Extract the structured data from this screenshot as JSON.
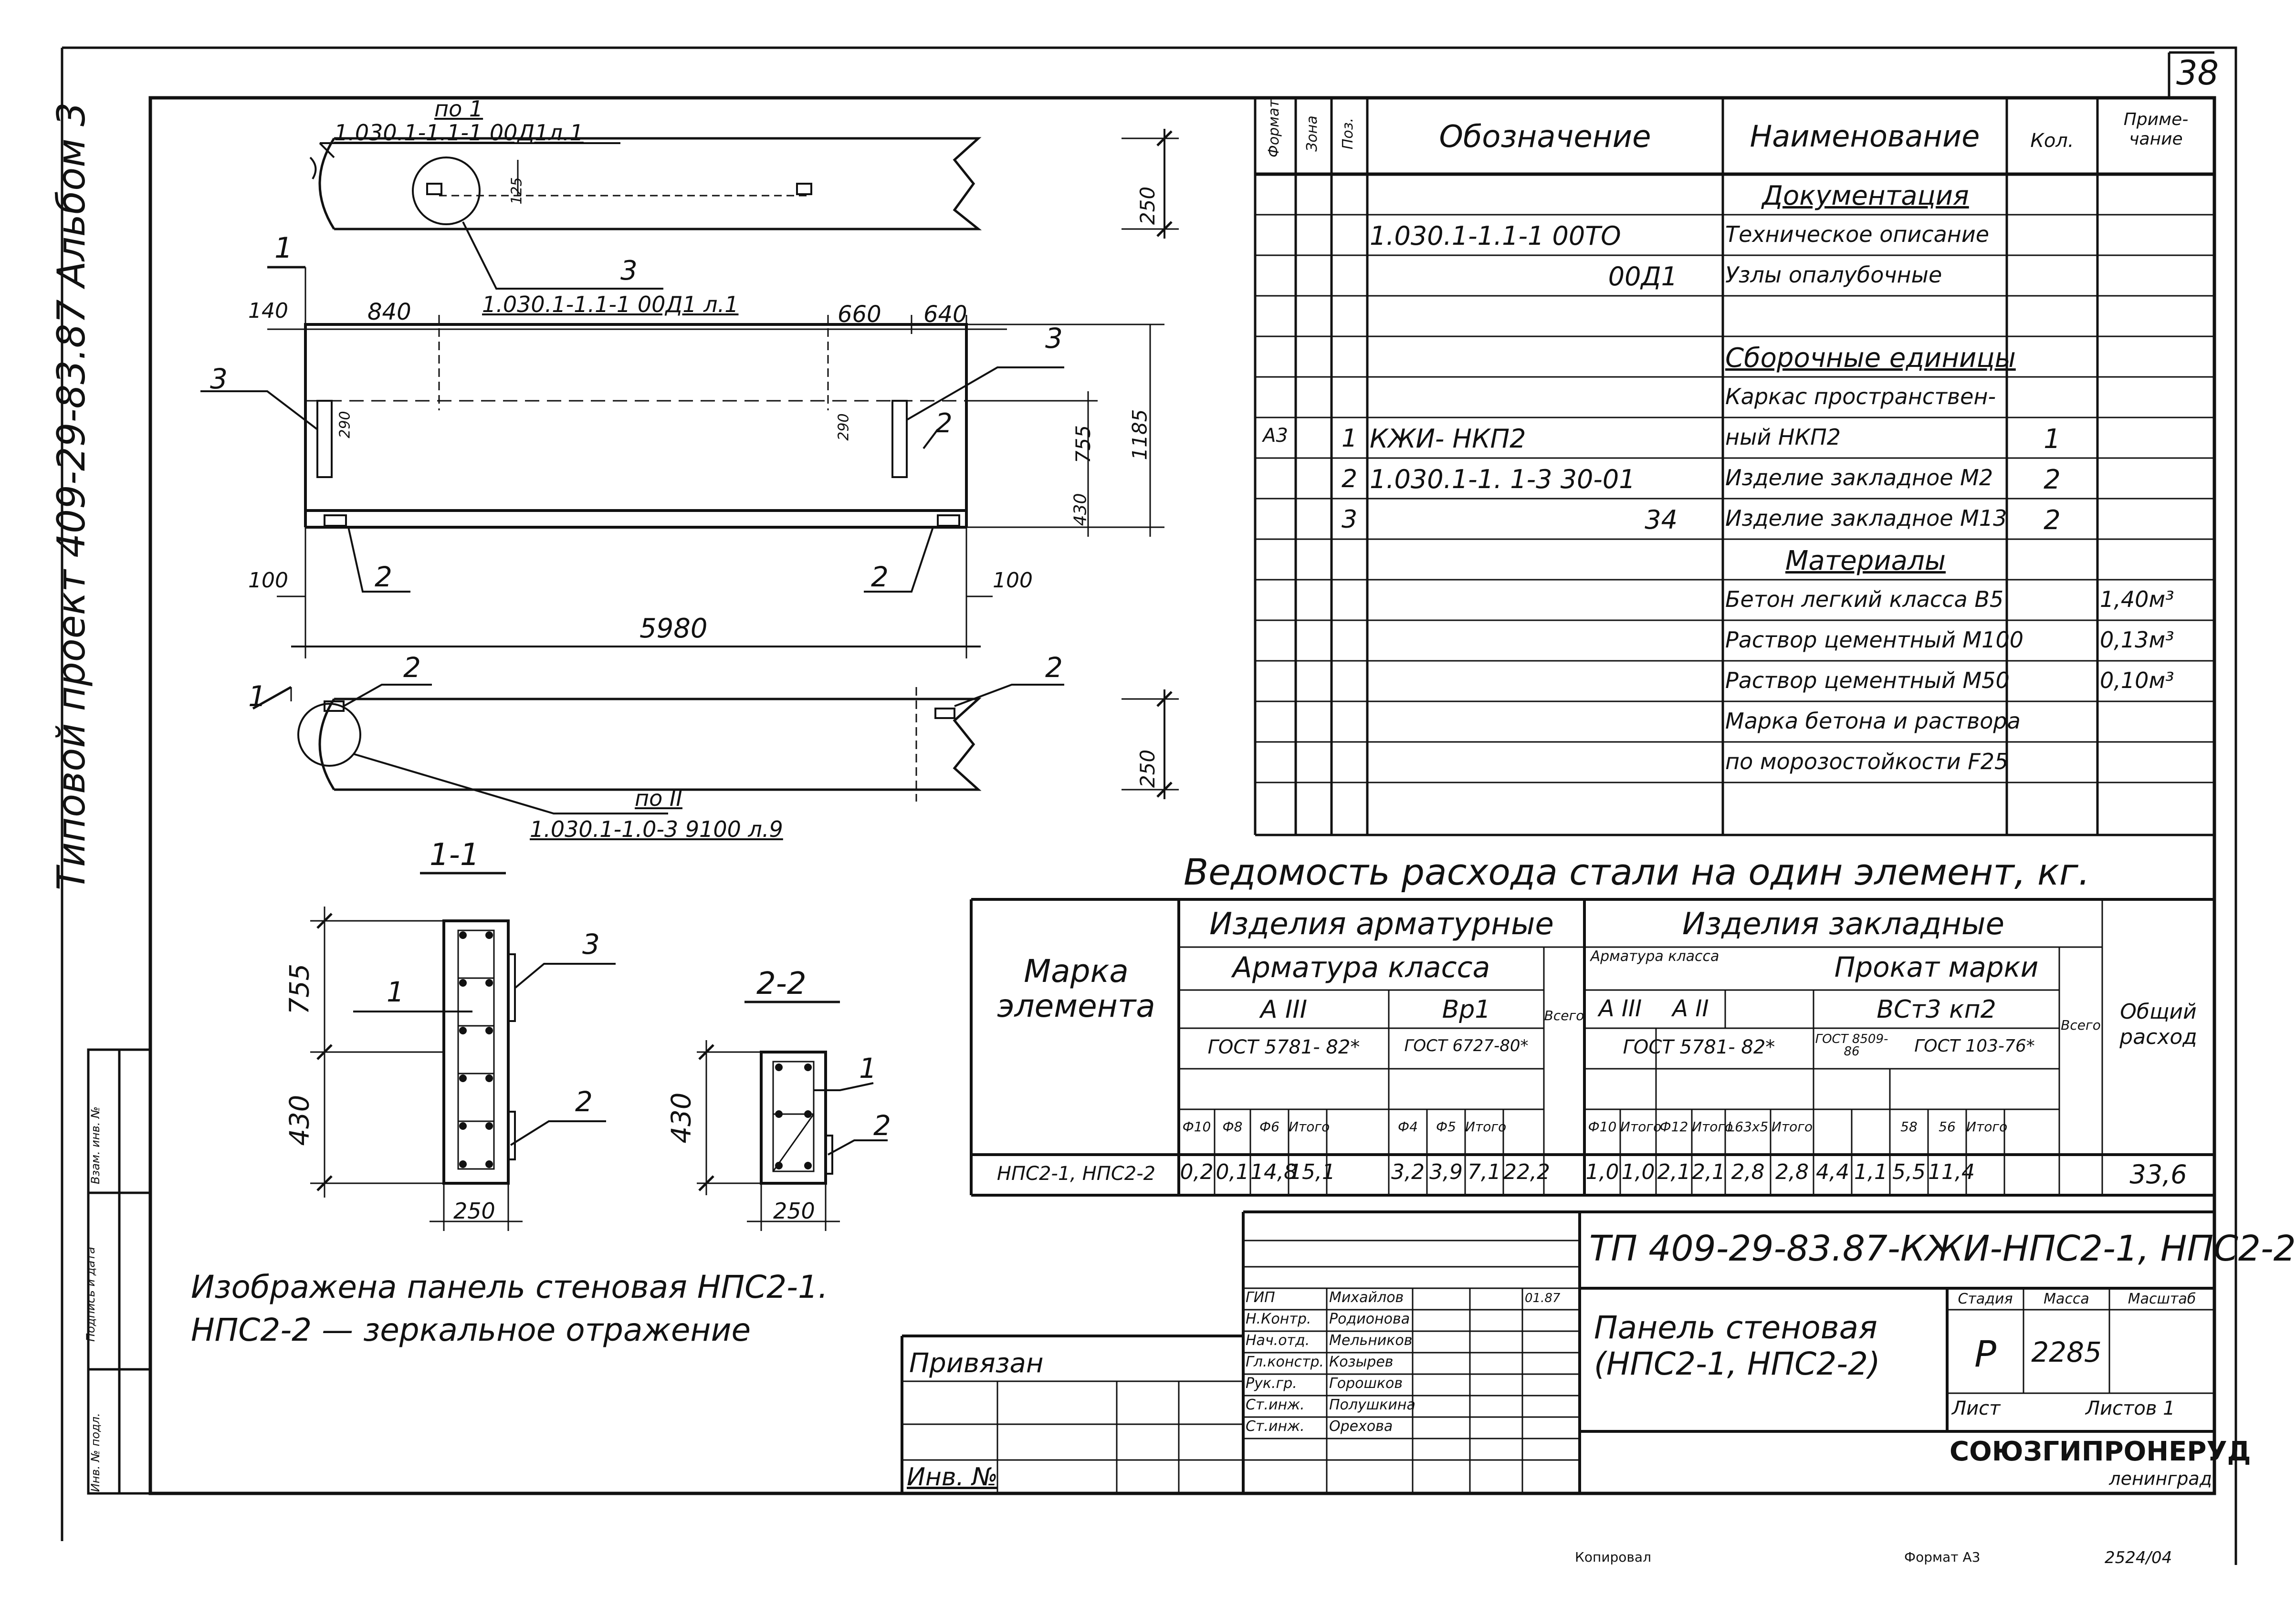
{
  "sheet_number": "38",
  "side_title": "Типовой проект 409-29-83.87  Альбом 3",
  "drawing": {
    "top_view": {
      "ref_label": "по 1",
      "ref_code": "1.030.1-1.1-1 00Д1л.1",
      "dim_height": "250",
      "dim_small": "125",
      "callout_3": "3",
      "callout_3_ref": "1.030.1-1.1-1 00Д1 л.1"
    },
    "front_view": {
      "section_mark": "1",
      "dim_140": "140",
      "dim_840": "840",
      "dim_660": "660",
      "dim_640": "640",
      "callout_3_left": "3",
      "callout_3_right": "3",
      "callout_2_right": "2",
      "dim_290_left": "290",
      "dim_290_right": "290",
      "dim_755": "755",
      "dim_1185": "1185",
      "dim_430": "430",
      "dim_100_left": "100",
      "dim_100_right": "100",
      "callout_2_bl": "2",
      "callout_2_br": "2",
      "dim_5980": "5980"
    },
    "bottom_view": {
      "section_mark": "1",
      "callout_2_left": "2",
      "callout_2_right": "2",
      "dim_height": "250",
      "ref_label": "по II",
      "ref_code": "1.030.1-1.0-3 9100 л.9"
    },
    "section_1_1": {
      "title": "1-1",
      "dim_755": "755",
      "dim_430": "430",
      "dim_250": "250",
      "callout_1": "1",
      "callout_3": "3",
      "callout_2": "2"
    },
    "section_2_2": {
      "title": "2-2",
      "dim_430": "430",
      "dim_250": "250",
      "callout_1": "1",
      "callout_2": "2"
    },
    "note_line1": "Изображена панель стеновая НПС2-1.",
    "note_line2": "НПС2-2 — зеркальное отражение"
  },
  "spec_table": {
    "headers": {
      "format": "Формат",
      "zone": "Зона",
      "pos": "Поз.",
      "designation": "Обозначение",
      "name": "Наименование",
      "qty": "Кол.",
      "note": "Приме-чание"
    },
    "rows": [
      {
        "format": "",
        "pos": "",
        "designation": "",
        "name": "Документация",
        "qty": "",
        "note": "",
        "underline": true
      },
      {
        "format": "",
        "pos": "",
        "designation": "1.030.1-1.1-1 00ТО",
        "name": "Техническое описание",
        "qty": "",
        "note": ""
      },
      {
        "format": "",
        "pos": "",
        "designation": "00Д1",
        "name": "Узлы опалубочные",
        "qty": "",
        "note": ""
      },
      {
        "format": "",
        "pos": "",
        "designation": "",
        "name": "",
        "qty": "",
        "note": ""
      },
      {
        "format": "",
        "pos": "",
        "designation": "",
        "name": "Сборочные единицы",
        "qty": "",
        "note": "",
        "underline": true
      },
      {
        "format": "",
        "pos": "",
        "designation": "",
        "name": "Каркас пространствен-",
        "qty": "",
        "note": ""
      },
      {
        "format": "А3",
        "pos": "1",
        "designation": "КЖИ- НКП2",
        "name": "ный НКП2",
        "qty": "1",
        "note": ""
      },
      {
        "format": "",
        "pos": "2",
        "designation": "1.030.1-1. 1-3   30-01",
        "name": "Изделие закладное М2",
        "qty": "2",
        "note": ""
      },
      {
        "format": "",
        "pos": "3",
        "designation": "34",
        "name": "Изделие закладное М13",
        "qty": "2",
        "note": ""
      },
      {
        "format": "",
        "pos": "",
        "designation": "",
        "name": "Материалы",
        "qty": "",
        "note": "",
        "underline": true
      },
      {
        "format": "",
        "pos": "",
        "designation": "",
        "name": "Бетон легкий класса В5",
        "qty": "",
        "note": "1,40м³"
      },
      {
        "format": "",
        "pos": "",
        "designation": "",
        "name": "Раствор цементный М100",
        "qty": "",
        "note": "0,13м³"
      },
      {
        "format": "",
        "pos": "",
        "designation": "",
        "name": "Раствор цементный М50",
        "qty": "",
        "note": "0,10м³"
      },
      {
        "format": "",
        "pos": "",
        "designation": "",
        "name": "Марка бетона и раствора",
        "qty": "",
        "note": ""
      },
      {
        "format": "",
        "pos": "",
        "designation": "",
        "name": "по морозостойкости F25",
        "qty": "",
        "note": ""
      },
      {
        "format": "",
        "pos": "",
        "designation": "",
        "name": "",
        "qty": "",
        "note": ""
      }
    ]
  },
  "steel_table": {
    "title": "Ведомость расхода стали на один элемент, кг.",
    "h_mark": "Марка элемента",
    "h_rebar_items": "Изделия арматурные",
    "h_embedded_items": "Изделия закладные",
    "h_rebar_class": "Арматура класса",
    "h_rebar_class_small": "Арматура класса",
    "h_rolled": "Прокат марки",
    "h_a3": "А III",
    "h_bp1": "Вр1",
    "h_a3b": "А III",
    "h_a2": "А II",
    "h_vst3": "ВСт3 кп2",
    "h_gost_5781": "ГОСТ 5781- 82*",
    "h_gost_6727": "ГОСТ 6727-80*",
    "h_gost_5781b": "ГОСТ 5781- 82*",
    "h_gost_8509": "ГОСТ 8509-86",
    "h_gost_103": "ГОСТ 103-76*",
    "h_total": "Всего",
    "h_total2": "Всего",
    "h_overall": "Общий расход",
    "subheaders": [
      "Ф10",
      "Ф8",
      "Ф6",
      "Итого",
      "Ф4",
      "Ф5",
      "Итого",
      "Ф10",
      "Итого",
      "Ф12",
      "Итого",
      "L63x5",
      "Итого",
      "58",
      "56",
      "Итого"
    ],
    "row": {
      "mark": "НПС2-1, НПС2-2",
      "values": [
        "0,2",
        "0,1",
        "14,8",
        "15,1",
        "3,2",
        "3,9",
        "7,1",
        "22,2",
        "1,0",
        "1,0",
        "2,1",
        "2,1",
        "2,8",
        "2,8",
        "4,4",
        "1,1",
        "5,5",
        "11,4",
        "33,6"
      ]
    }
  },
  "title_block": {
    "code": "ТП 409-29-83.87-КЖИ-НПС2-1, НПС2-2",
    "title": "Панель стеновая (НПС2-1, НПС2-2)",
    "stage_label": "Стадия",
    "mass_label": "Масса",
    "scale_label": "Масштаб",
    "stage": "Р",
    "mass": "2285",
    "sheet_label": "Лист",
    "sheets_label": "Листов 1",
    "org": "СОЮЗГИПРОНЕРУД",
    "city": "ленинград",
    "roles": [
      "ГИП",
      "Н.Контр.",
      "Нач.отд.",
      "Гл.констр.",
      "Рук.гр.",
      "Ст.инж.",
      "Ст.инж."
    ],
    "names": [
      "Михайлов",
      "Родионова",
      "Мельников",
      "Козырев",
      "Горошков",
      "Полушкина",
      "Орехова"
    ],
    "date_mark": "01.87",
    "attached": "Привязан",
    "inv_no": "Инв. №"
  },
  "left_stamp": [
    "Инв. № подл.",
    "Подпись и дата",
    "Взам. инв. №"
  ],
  "footer": {
    "copied": "Копировал",
    "format": "Формат А3",
    "number": "2524/04"
  }
}
